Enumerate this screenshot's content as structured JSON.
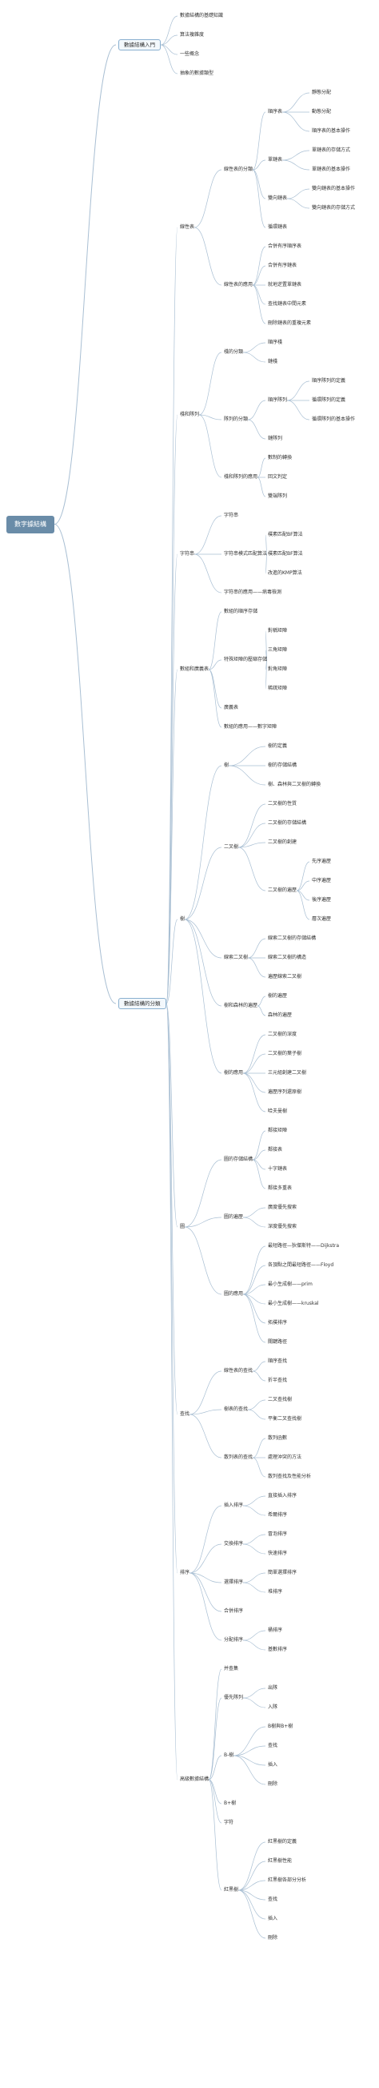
{
  "colors": {
    "line": "#a9bfd3",
    "root": "#6a8ca8"
  },
  "root": {
    "label": "數字據結構",
    "children": [
      {
        "label": "數據結構入門",
        "children": [
          {
            "label": "數據結構的基礎知識"
          },
          {
            "label": "算法複雜度"
          },
          {
            "label": "一些概念"
          },
          {
            "label": "抽象的數據類型"
          }
        ]
      },
      {
        "label": "數據結構的分類",
        "children": [
          {
            "label": "線性表",
            "children": [
              {
                "label": "線性表的分類",
                "children": [
                  {
                    "label": "順序表",
                    "children": [
                      {
                        "label": "靜態分配"
                      },
                      {
                        "label": "動態分配"
                      },
                      {
                        "label": "順序表的基本操作"
                      }
                    ]
                  },
                  {
                    "label": "單鏈表",
                    "children": [
                      {
                        "label": "單鏈表的存儲方式"
                      },
                      {
                        "label": "單鏈表的基本操作"
                      }
                    ]
                  },
                  {
                    "label": "雙向鏈表",
                    "children": [
                      {
                        "label": "雙向鏈表的基本操作"
                      },
                      {
                        "label": "雙向鏈表的存儲方式"
                      }
                    ]
                  },
                  {
                    "label": "循環鏈表"
                  }
                ]
              },
              {
                "label": "線性表的應用",
                "children": [
                  {
                    "label": "合併有序順序表"
                  },
                  {
                    "label": "合併有序鏈表"
                  },
                  {
                    "label": "就地逆置單鏈表"
                  },
                  {
                    "label": "查找鏈表中間元素"
                  },
                  {
                    "label": "刪除鏈表的重複元素"
                  }
                ]
              }
            ]
          },
          {
            "label": "棧和隊列",
            "children": [
              {
                "label": "棧的分類",
                "children": [
                  {
                    "label": "順序棧"
                  },
                  {
                    "label": "鏈棧"
                  }
                ]
              },
              {
                "label": "隊列的分類",
                "children": [
                  {
                    "label": "順序隊列",
                    "children": [
                      {
                        "label": "順序隊列的定義"
                      },
                      {
                        "label": "循環隊列的定義"
                      },
                      {
                        "label": "循環隊列的基本操作"
                      }
                    ]
                  },
                  {
                    "label": "鏈隊列"
                  }
                ]
              },
              {
                "label": "棧和隊列的應用",
                "children": [
                  {
                    "label": "數制的轉換"
                  },
                  {
                    "label": "回文判定"
                  },
                  {
                    "label": "雙端隊列"
                  }
                ]
              }
            ]
          },
          {
            "label": "字符串",
            "children": [
              {
                "label": "字符串"
              },
              {
                "label": "字符串模式匹配算法",
                "children": [
                  {
                    "label": "樸素匹配BF算法"
                  },
                  {
                    "label": "樸素匹配BF算法"
                  },
                  {
                    "label": "改進的KMP算法"
                  }
                ]
              },
              {
                "label": "字符串的應用——病毒檢測"
              }
            ]
          },
          {
            "label": "數組和廣義表",
            "children": [
              {
                "label": "數組的順序存儲"
              },
              {
                "label": "特殊矩陣的壓縮存儲",
                "children": [
                  {
                    "label": "對稱矩陣"
                  },
                  {
                    "label": "三角矩陣"
                  },
                  {
                    "label": "對角矩陣"
                  },
                  {
                    "label": "稀疏矩陣"
                  }
                ]
              },
              {
                "label": "廣義表"
              },
              {
                "label": "數組的應用——數字矩陣"
              }
            ]
          },
          {
            "label": "樹",
            "children": [
              {
                "label": "樹",
                "children": [
                  {
                    "label": "樹的定義"
                  },
                  {
                    "label": "樹的存儲結構"
                  },
                  {
                    "label": "樹、森林與二叉樹的轉換"
                  }
                ]
              },
              {
                "label": "二叉樹",
                "children": [
                  {
                    "label": "二叉樹的性質"
                  },
                  {
                    "label": "二叉樹的存儲結構"
                  },
                  {
                    "label": "二叉樹的創建"
                  },
                  {
                    "label": "二叉樹的遍歷",
                    "children": [
                      {
                        "label": "先序遍歷"
                      },
                      {
                        "label": "中序遍歷"
                      },
                      {
                        "label": "後序遍歷"
                      },
                      {
                        "label": "層次遍歷"
                      }
                    ]
                  }
                ]
              },
              {
                "label": "線索二叉樹",
                "children": [
                  {
                    "label": "線索二叉樹的存儲結構"
                  },
                  {
                    "label": "線索二叉樹的構造"
                  },
                  {
                    "label": "遍歷線索二叉樹"
                  }
                ]
              },
              {
                "label": "樹和森林的遍歷",
                "children": [
                  {
                    "label": "樹的遍歷"
                  },
                  {
                    "label": "森林的遍歷"
                  }
                ]
              },
              {
                "label": "樹的應用",
                "children": [
                  {
                    "label": "二叉樹的深度"
                  },
                  {
                    "label": "二叉樹的葉子樹"
                  },
                  {
                    "label": "三元組創建二叉樹"
                  },
                  {
                    "label": "遍歷序列還原樹"
                  },
                  {
                    "label": "哈夫曼樹"
                  }
                ]
              }
            ]
          },
          {
            "label": "圖",
            "children": [
              {
                "label": "圖的存儲結構",
                "children": [
                  {
                    "label": "鄰接矩陣"
                  },
                  {
                    "label": "鄰接表"
                  },
                  {
                    "label": "十字鏈表"
                  },
                  {
                    "label": "鄰接多重表"
                  }
                ]
              },
              {
                "label": "圖的遍歷",
                "children": [
                  {
                    "label": "廣度優先搜索"
                  },
                  {
                    "label": "深度優先搜索"
                  }
                ]
              },
              {
                "label": "圖的應用",
                "children": [
                  {
                    "label": "最短路徑—狄傑斯特——Dijkstra"
                  },
                  {
                    "label": "各頂點之間最短路徑——Floyd"
                  },
                  {
                    "label": "最小生成樹——prim"
                  },
                  {
                    "label": "最小生成樹——kruskal"
                  },
                  {
                    "label": "拓撲排序"
                  },
                  {
                    "label": "關鍵路徑"
                  }
                ]
              }
            ]
          },
          {
            "label": "查找",
            "children": [
              {
                "label": "線性表的查找",
                "children": [
                  {
                    "label": "順序查找"
                  },
                  {
                    "label": "折半查找"
                  }
                ]
              },
              {
                "label": "樹表的查找",
                "children": [
                  {
                    "label": "二叉查找樹"
                  },
                  {
                    "label": "平衡二叉查找樹"
                  }
                ]
              },
              {
                "label": "散列表的查找",
                "children": [
                  {
                    "label": "散列函數"
                  },
                  {
                    "label": "處理沖突的方法"
                  },
                  {
                    "label": "散列查找及性能分析"
                  }
                ]
              }
            ]
          },
          {
            "label": "排序",
            "children": [
              {
                "label": "插入排序",
                "children": [
                  {
                    "label": "直接插入排序"
                  },
                  {
                    "label": "希爾排序"
                  }
                ]
              },
              {
                "label": "交換排序",
                "children": [
                  {
                    "label": "冒泡排序"
                  },
                  {
                    "label": "快速排序"
                  }
                ]
              },
              {
                "label": "選擇排序",
                "children": [
                  {
                    "label": "簡單選擇排序"
                  },
                  {
                    "label": "堆排序"
                  }
                ]
              },
              {
                "label": "合併排序"
              },
              {
                "label": "分配排序",
                "children": [
                  {
                    "label": "桶排序"
                  },
                  {
                    "label": "基數排序"
                  }
                ]
              }
            ]
          },
          {
            "label": "高級數據結構",
            "children": [
              {
                "label": "并查集"
              },
              {
                "label": "優先隊列",
                "children": [
                  {
                    "label": "出隊"
                  },
                  {
                    "label": "入隊"
                  }
                ]
              },
              {
                "label": "B-樹",
                "children": [
                  {
                    "label": "B樹與B+樹"
                  },
                  {
                    "label": "查找"
                  },
                  {
                    "label": "插入"
                  },
                  {
                    "label": "刪除"
                  }
                ]
              },
              {
                "label": "B+樹"
              },
              {
                "label": "字符"
              },
              {
                "label": "紅黑樹",
                "children": [
                  {
                    "label": "紅黑樹的定義"
                  },
                  {
                    "label": "紅黑樹性能"
                  },
                  {
                    "label": "紅黑樹各部分分析"
                  },
                  {
                    "label": "查找"
                  },
                  {
                    "label": "插入"
                  },
                  {
                    "label": "刪除"
                  }
                ]
              }
            ]
          }
        ]
      }
    ]
  }
}
